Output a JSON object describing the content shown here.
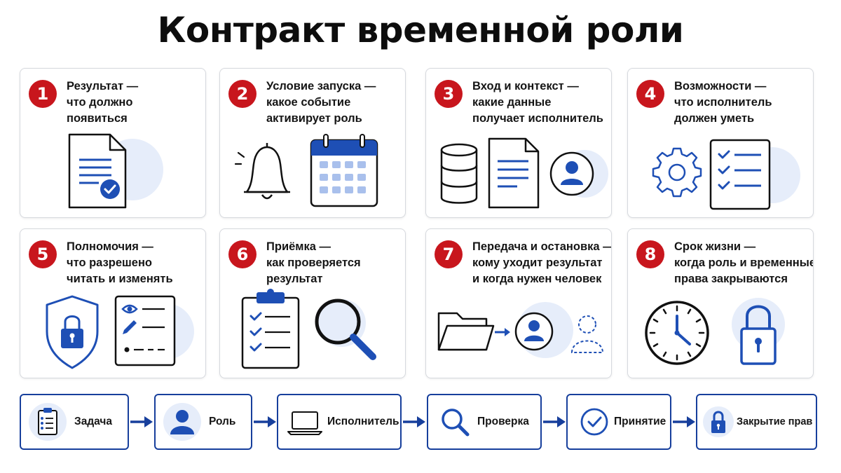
{
  "title": "Контракт временной роли",
  "colors": {
    "accent_red": "#c8161d",
    "accent_blue": "#173f9c",
    "soft_blue": "#e6edfa"
  },
  "cards": [
    {
      "number": "1",
      "lines": [
        "Результат —",
        "что должно",
        "появиться"
      ],
      "icons": [
        "document-check-icon"
      ]
    },
    {
      "number": "2",
      "lines": [
        "Условие запуска —",
        "какое событие",
        "активирует роль"
      ],
      "icons": [
        "bell-icon",
        "calendar-icon"
      ]
    },
    {
      "number": "3",
      "lines": [
        "Вход и контекст —",
        "какие данные",
        "получает исполнитель"
      ],
      "icons": [
        "database-icon",
        "document-icon",
        "user-circle-icon"
      ]
    },
    {
      "number": "4",
      "lines": [
        "Возможности —",
        "что исполнитель",
        "должен уметь"
      ],
      "icons": [
        "gear-icon",
        "checklist-icon"
      ]
    },
    {
      "number": "5",
      "lines": [
        "Полномочия —",
        "что разрешено",
        "читать и изменять"
      ],
      "icons": [
        "shield-lock-icon",
        "permissions-list-icon"
      ]
    },
    {
      "number": "6",
      "lines": [
        "Приёмка —",
        "как проверяется",
        "результат"
      ],
      "icons": [
        "clipboard-checklist-icon",
        "magnifier-icon"
      ]
    },
    {
      "number": "7",
      "lines": [
        "Передача и остановка —",
        "кому уходит результат",
        "и когда нужен человек"
      ],
      "icons": [
        "folder-icon",
        "arrow-right-icon",
        "user-circle-icon",
        "user-dashed-icon"
      ]
    },
    {
      "number": "8",
      "lines": [
        "Срок жизни —",
        "когда роль и временные",
        "права закрываются"
      ],
      "icons": [
        "clock-icon",
        "padlock-icon"
      ]
    }
  ],
  "flow": [
    {
      "label": "Задача",
      "icon": "clipboard-icon"
    },
    {
      "label": "Роль",
      "icon": "user-icon"
    },
    {
      "label": "Исполнитель",
      "icon": "laptop-icon"
    },
    {
      "label": "Проверка",
      "icon": "magnifier-icon"
    },
    {
      "label": "Принятие",
      "icon": "check-circle-icon"
    },
    {
      "label": "Закрытие прав",
      "icon": "padlock-icon"
    }
  ]
}
